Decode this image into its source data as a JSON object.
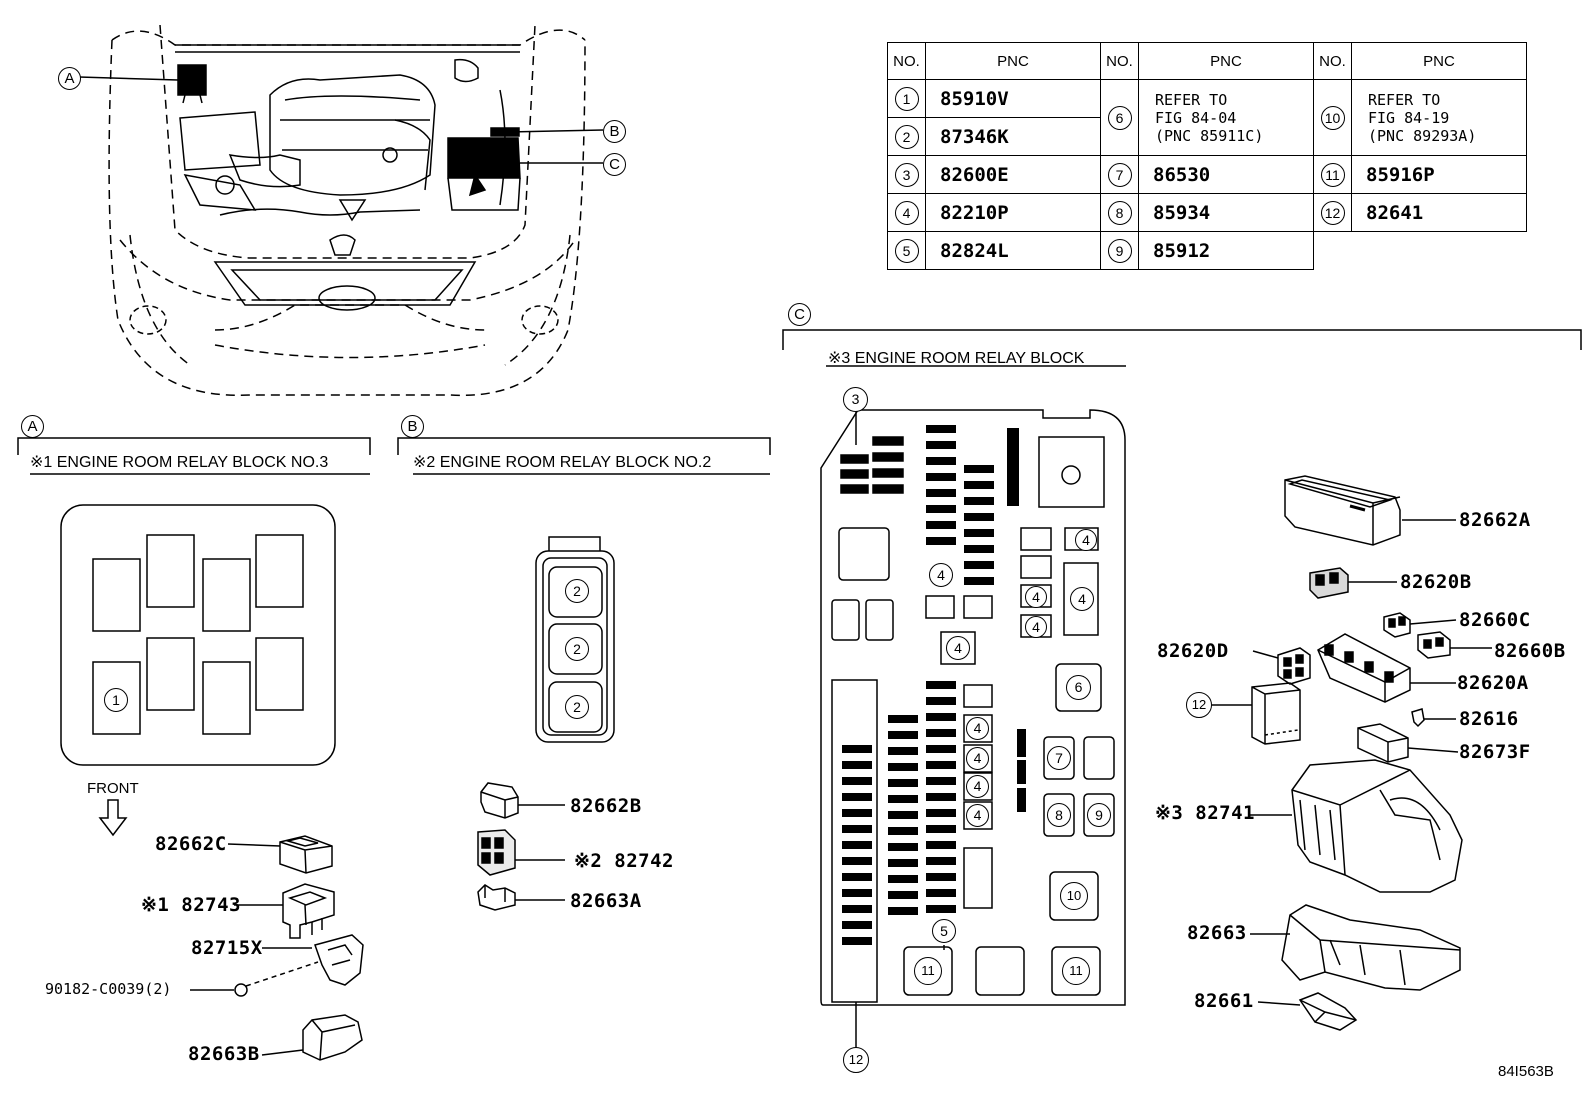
{
  "pnc_table": {
    "headers": [
      {
        "no": "NO.",
        "pnc": "PNC"
      },
      {
        "no": "NO.",
        "pnc": "PNC"
      },
      {
        "no": "NO.",
        "pnc": "PNC"
      }
    ],
    "col1": [
      {
        "no": "1",
        "pnc": "85910V"
      },
      {
        "no": "2",
        "pnc": "87346K"
      },
      {
        "no": "3",
        "pnc": "82600E"
      },
      {
        "no": "4",
        "pnc": "82210P"
      },
      {
        "no": "5",
        "pnc": "82824L"
      }
    ],
    "col2": [
      {
        "no": "6",
        "pnc": [
          "REFER TO",
          "FIG 84-04",
          "(PNC 85911C)"
        ]
      },
      {
        "no": "7",
        "pnc": "86530"
      },
      {
        "no": "8",
        "pnc": "85934"
      },
      {
        "no": "9",
        "pnc": "85912"
      }
    ],
    "col3": [
      {
        "no": "10",
        "pnc": [
          "REFER TO",
          "FIG 84-19",
          "(PNC 89293A)"
        ]
      },
      {
        "no": "11",
        "pnc": "85916P"
      },
      {
        "no": "12",
        "pnc": "82641"
      }
    ]
  },
  "vehicle_callouts": [
    "A",
    "B",
    "C"
  ],
  "section_a": {
    "letter": "A",
    "title": "※1 ENGINE ROOM RELAY BLOCK NO.3",
    "front_label": "FRONT",
    "relay_callout": "1",
    "parts": [
      "82662C",
      "※1 82743",
      "82715X",
      "90182-C0039(2)",
      "82663B"
    ]
  },
  "section_b": {
    "letter": "B",
    "title": "※2 ENGINE ROOM RELAY BLOCK NO.2",
    "relay_callouts": [
      "2",
      "2",
      "2"
    ],
    "parts": [
      "82662B",
      "※2 82742",
      "82663A"
    ]
  },
  "section_c": {
    "letter": "C",
    "title": "※3 ENGINE ROOM RELAY BLOCK",
    "callouts": [
      "3",
      "4",
      "4",
      "4",
      "4",
      "4",
      "4",
      "4",
      "4",
      "4",
      "4",
      "5",
      "6",
      "7",
      "8",
      "9",
      "10",
      "11",
      "11",
      "12",
      "12"
    ],
    "parts": [
      "82662A",
      "82620B",
      "82660C",
      "82660B",
      "82620D",
      "82620A",
      "82616",
      "82673F",
      "※3 82741",
      "82663",
      "82661"
    ]
  },
  "figure_id": "84I563B"
}
